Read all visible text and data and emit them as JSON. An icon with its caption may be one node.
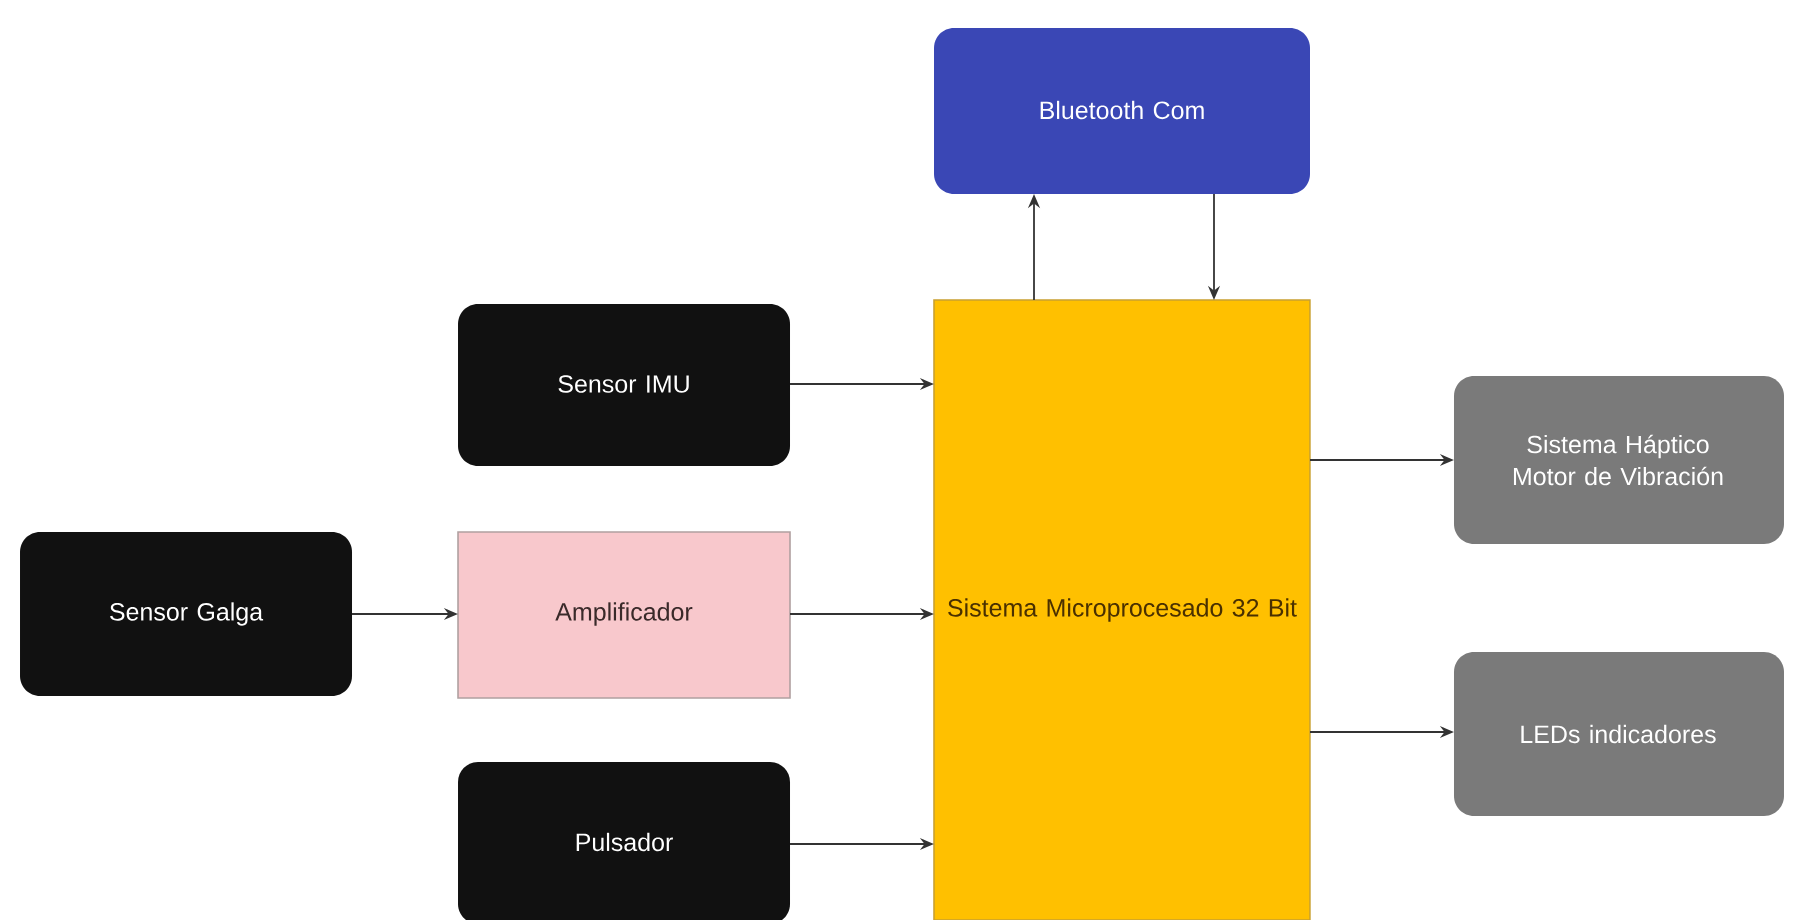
{
  "diagram": {
    "nodes": [
      {
        "text": [
          "Bluetooth Com"
        ]
      },
      {
        "text": [
          "Sensor IMU"
        ]
      },
      {
        "text": [
          "Sistema Microprocesado 32 Bit"
        ]
      },
      {
        "text": [
          "Sistema Háptico Motor de Vibración"
        ]
      },
      {
        "text": [
          "Sensor Galga"
        ]
      },
      {
        "text": [
          "Amplificador"
        ]
      },
      {
        "text": [
          "Pulsador"
        ]
      },
      {
        "text": [
          "LEDs indicadores"
        ]
      }
    ],
    "edges": [
      {
        "from": 2,
        "to": 0,
        "arrow": "to"
      },
      {
        "from": 0,
        "to": 2,
        "arrow": "to"
      },
      {
        "from": 1,
        "to": 2,
        "arrow": "to"
      },
      {
        "from": 2,
        "to": 3,
        "arrow": "to"
      },
      {
        "from": 4,
        "to": 5,
        "arrow": "to"
      },
      {
        "from": 5,
        "to": 2,
        "arrow": "to"
      },
      {
        "from": 2,
        "to": 7,
        "arrow": "to"
      },
      {
        "from": 6,
        "to": 2,
        "arrow": "to"
      }
    ]
  }
}
